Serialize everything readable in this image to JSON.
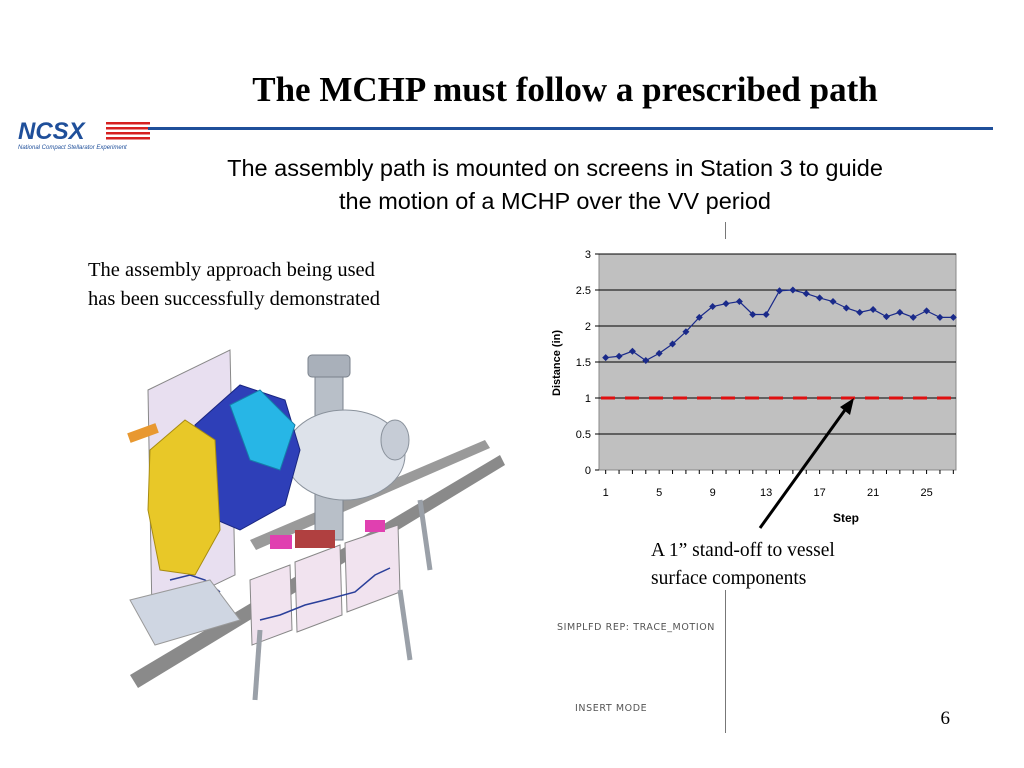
{
  "slide": {
    "title": "The MCHP must follow a prescribed path",
    "logo_text": "NCSX",
    "logo_subtext": "National Compact Stellarator Experiment",
    "subtitle_line1": "The assembly path is mounted on screens in Station 3 to guide",
    "subtitle_line2": "the motion of a MCHP over the VV period",
    "approach_line1": "The assembly approach being used",
    "approach_line2": "has been successfully demonstrated",
    "note_line1": "A 1” stand-off to vessel",
    "note_line2": "surface components",
    "cad_label_1": "SIMPLFD REP: TRACE_MOTION",
    "cad_label_2": "INSERT MODE",
    "page_number": "6"
  },
  "colors": {
    "rule": "#1f4f9a",
    "logo_blue": "#1f4f9a",
    "logo_red": "#d62020",
    "plot_bg": "#c0c0c0",
    "series": "#1a2a8a",
    "threshold": "#e01010"
  },
  "chart_data": {
    "type": "line",
    "title": "",
    "xlabel": "Step",
    "ylabel": "Distance (in)",
    "ylim": [
      0,
      3
    ],
    "xlim": [
      1,
      27
    ],
    "yticks": [
      "0",
      "0.5",
      "1",
      "1.5",
      "2",
      "2.5",
      "3"
    ],
    "xticks": [
      "1",
      "5",
      "9",
      "13",
      "17",
      "21",
      "25"
    ],
    "grid": "horizontal",
    "series": [
      {
        "x": [
          1,
          2,
          3,
          4,
          5,
          6,
          7,
          8,
          9,
          10,
          11,
          12,
          13,
          14,
          15,
          16,
          17,
          18,
          19,
          20,
          21,
          22,
          23,
          24,
          25,
          26,
          27
        ],
        "values": [
          1.56,
          1.58,
          1.65,
          1.52,
          1.62,
          1.75,
          1.92,
          2.12,
          2.27,
          2.31,
          2.34,
          2.16,
          2.16,
          2.49,
          2.5,
          2.45,
          2.39,
          2.34,
          2.25,
          2.19,
          2.23,
          2.13,
          2.19,
          2.12,
          2.21,
          2.12,
          2.12
        ]
      },
      {
        "style": "dashed",
        "x": [
          1,
          27
        ],
        "values": [
          1.0,
          1.0
        ]
      }
    ]
  }
}
